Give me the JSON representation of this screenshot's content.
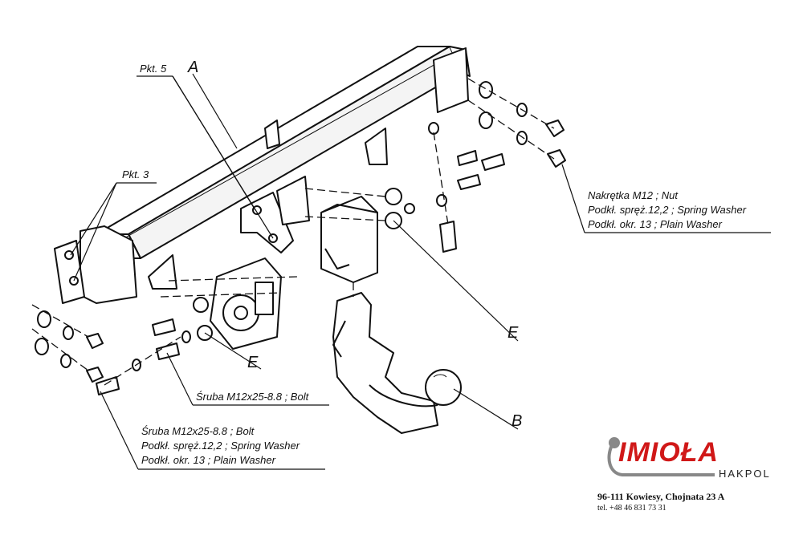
{
  "labels": {
    "pkt5": "Pkt. 5",
    "pkt3": "Pkt. 3",
    "A": "A",
    "B": "B",
    "E_right": "E",
    "E_left": "E"
  },
  "nut_callout": {
    "line1": "Nakrętka  M12 ; Nut",
    "line2": "Podkł. spręż.12,2 ; Spring Washer",
    "line3": "Podkł. okr. 13 ; Plain Washer"
  },
  "bolt_callout": {
    "line1": "Śruba M12x25-8.8 ;  Bolt"
  },
  "bolt_callout_full": {
    "line1": "Śruba M12x25-8.8 ;  Bolt",
    "line2": "Podkł. spręż.12,2 ; Spring Washer",
    "line3": "Podkł. okr. 13 ; Plain Washer"
  },
  "brand": {
    "name": "IMIOŁA",
    "sub": "HAKPOL",
    "address": "96-111 Kowiesy, Chojnata 23 A",
    "phone": "tel. +48 46 831 73 31",
    "color": "#d01818"
  }
}
